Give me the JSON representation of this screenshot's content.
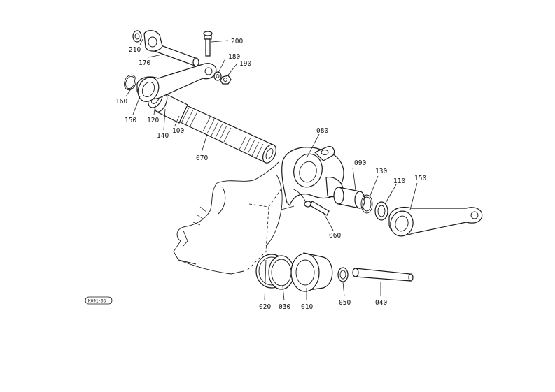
{
  "diagram": {
    "reference_code": "K091-03",
    "labels": {
      "p010": "010",
      "p020": "020",
      "p030": "030",
      "p040": "040",
      "p050": "050",
      "p060": "060",
      "p070": "070",
      "p080": "080",
      "p090": "090",
      "p100": "100",
      "p110": "110",
      "p120": "120",
      "p130": "130",
      "p140": "140",
      "p150a": "150",
      "p150b": "150",
      "p160": "160",
      "p170": "170",
      "p180": "180",
      "p190": "190",
      "p200": "200",
      "p210": "210"
    }
  }
}
